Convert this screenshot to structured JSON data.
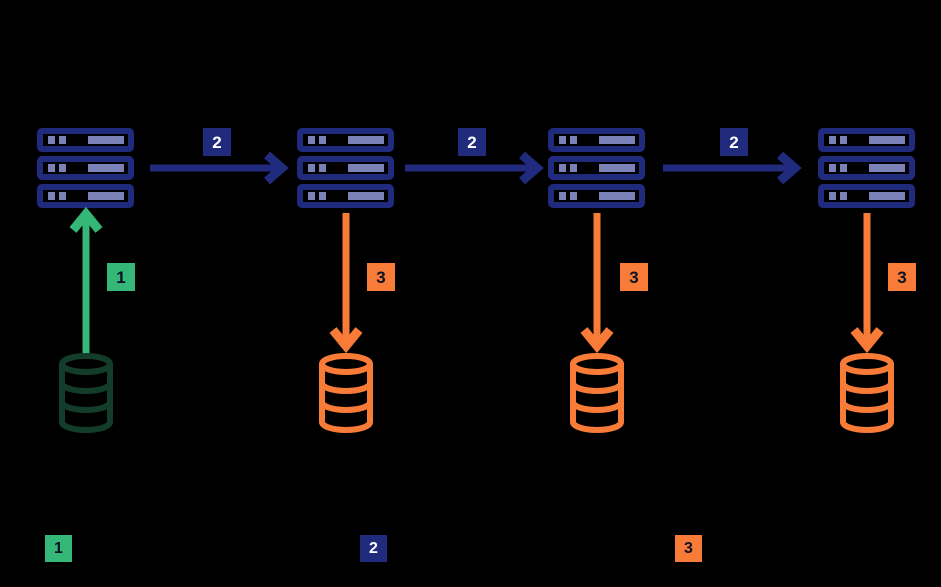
{
  "diagram_title": "",
  "colors": {
    "background": "#000000",
    "navy": "#212b7d",
    "periwinkle": "#7a82b8",
    "green": "#35b877",
    "dark_green": "#143c2b",
    "orange": "#f87b37",
    "badge_text_dark": "#0d1126",
    "badge_text_light": "#ffffff"
  },
  "icons": {
    "server": "server-stack-icon",
    "database": "database-cylinder-icon",
    "arrow_right": "arrow-right-icon",
    "arrow_up": "arrow-up-icon",
    "arrow_down": "arrow-down-icon"
  },
  "steps": {
    "one": "1",
    "two": "2",
    "three": "3"
  },
  "badges": {
    "step1_up_arrow": "1",
    "step2_arrow_1": "2",
    "step2_arrow_2": "2",
    "step2_arrow_3": "2",
    "step3_arrow_1": "3",
    "step3_arrow_2": "3",
    "step3_arrow_3": "3"
  },
  "legend": {
    "items": [
      {
        "label": "1",
        "color": "#35b877"
      },
      {
        "label": "2",
        "color": "#212b7d"
      },
      {
        "label": "3",
        "color": "#f87b37"
      }
    ]
  }
}
